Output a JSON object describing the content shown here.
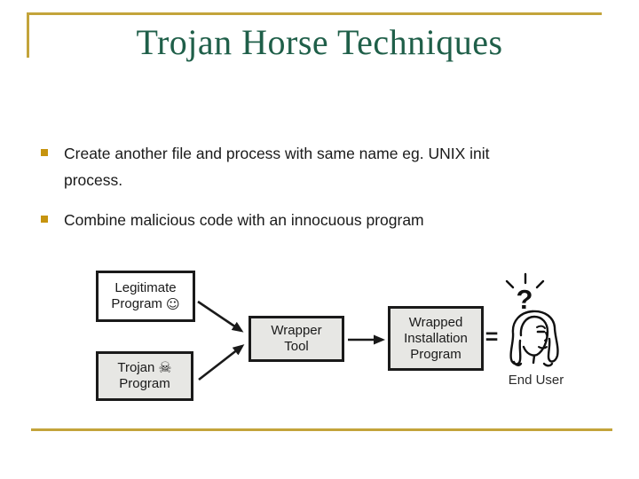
{
  "slide": {
    "title": "Trojan Horse Techniques",
    "bullets": [
      {
        "lines": [
          "Create another file and process with same name eg. UNIX init",
          "process."
        ]
      },
      {
        "lines": [
          "Combine malicious code with an innocuous program"
        ]
      }
    ],
    "diagram": {
      "legitimate_box": {
        "line1": "Legitimate",
        "line2": "Program",
        "icon_glyph": "☺"
      },
      "trojan_box": {
        "line1": "Trojan",
        "icon_glyph": "☠",
        "line2": "Program"
      },
      "wrapper_box": {
        "line1": "Wrapper",
        "line2": "Tool"
      },
      "wrapped_box": {
        "line1": "Wrapped",
        "line2": "Installation",
        "line3": "Program"
      },
      "equals_sign": "=",
      "question_mark": "?",
      "end_user_label": "End User"
    },
    "colors": {
      "title_green": "#1F5F49",
      "gold_line": "#C3A43B",
      "bullet_gold": "#C6940F",
      "box_gray": "#E7E7E4",
      "box_border": "#1A1A1A"
    }
  }
}
